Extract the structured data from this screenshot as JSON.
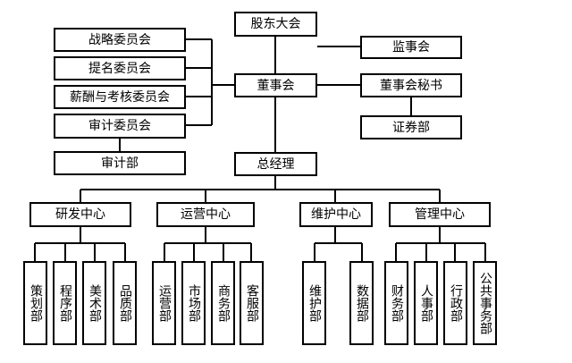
{
  "top": {
    "shareholders": "股东大会",
    "supervisors": "监事会",
    "board": "董事会",
    "board_secretary": "董事会秘书",
    "securities": "证券部",
    "gm": "总经理"
  },
  "committees": [
    "战略委员会",
    "提名委员会",
    "薪酬与考核委员会",
    "审计委员会"
  ],
  "audit_dept": "审计部",
  "centers": [
    "研发中心",
    "运营中心",
    "维护中心",
    "管理中心"
  ],
  "departments": {
    "rd": [
      "策划部",
      "程序部",
      "美术部",
      "品质部"
    ],
    "ops": [
      "运营部",
      "市场部",
      "商务部",
      "客服部"
    ],
    "maint": [
      "维护部",
      "数据部"
    ],
    "mgmt": [
      "财务部",
      "人事部",
      "行政部",
      "公共事务部"
    ]
  }
}
